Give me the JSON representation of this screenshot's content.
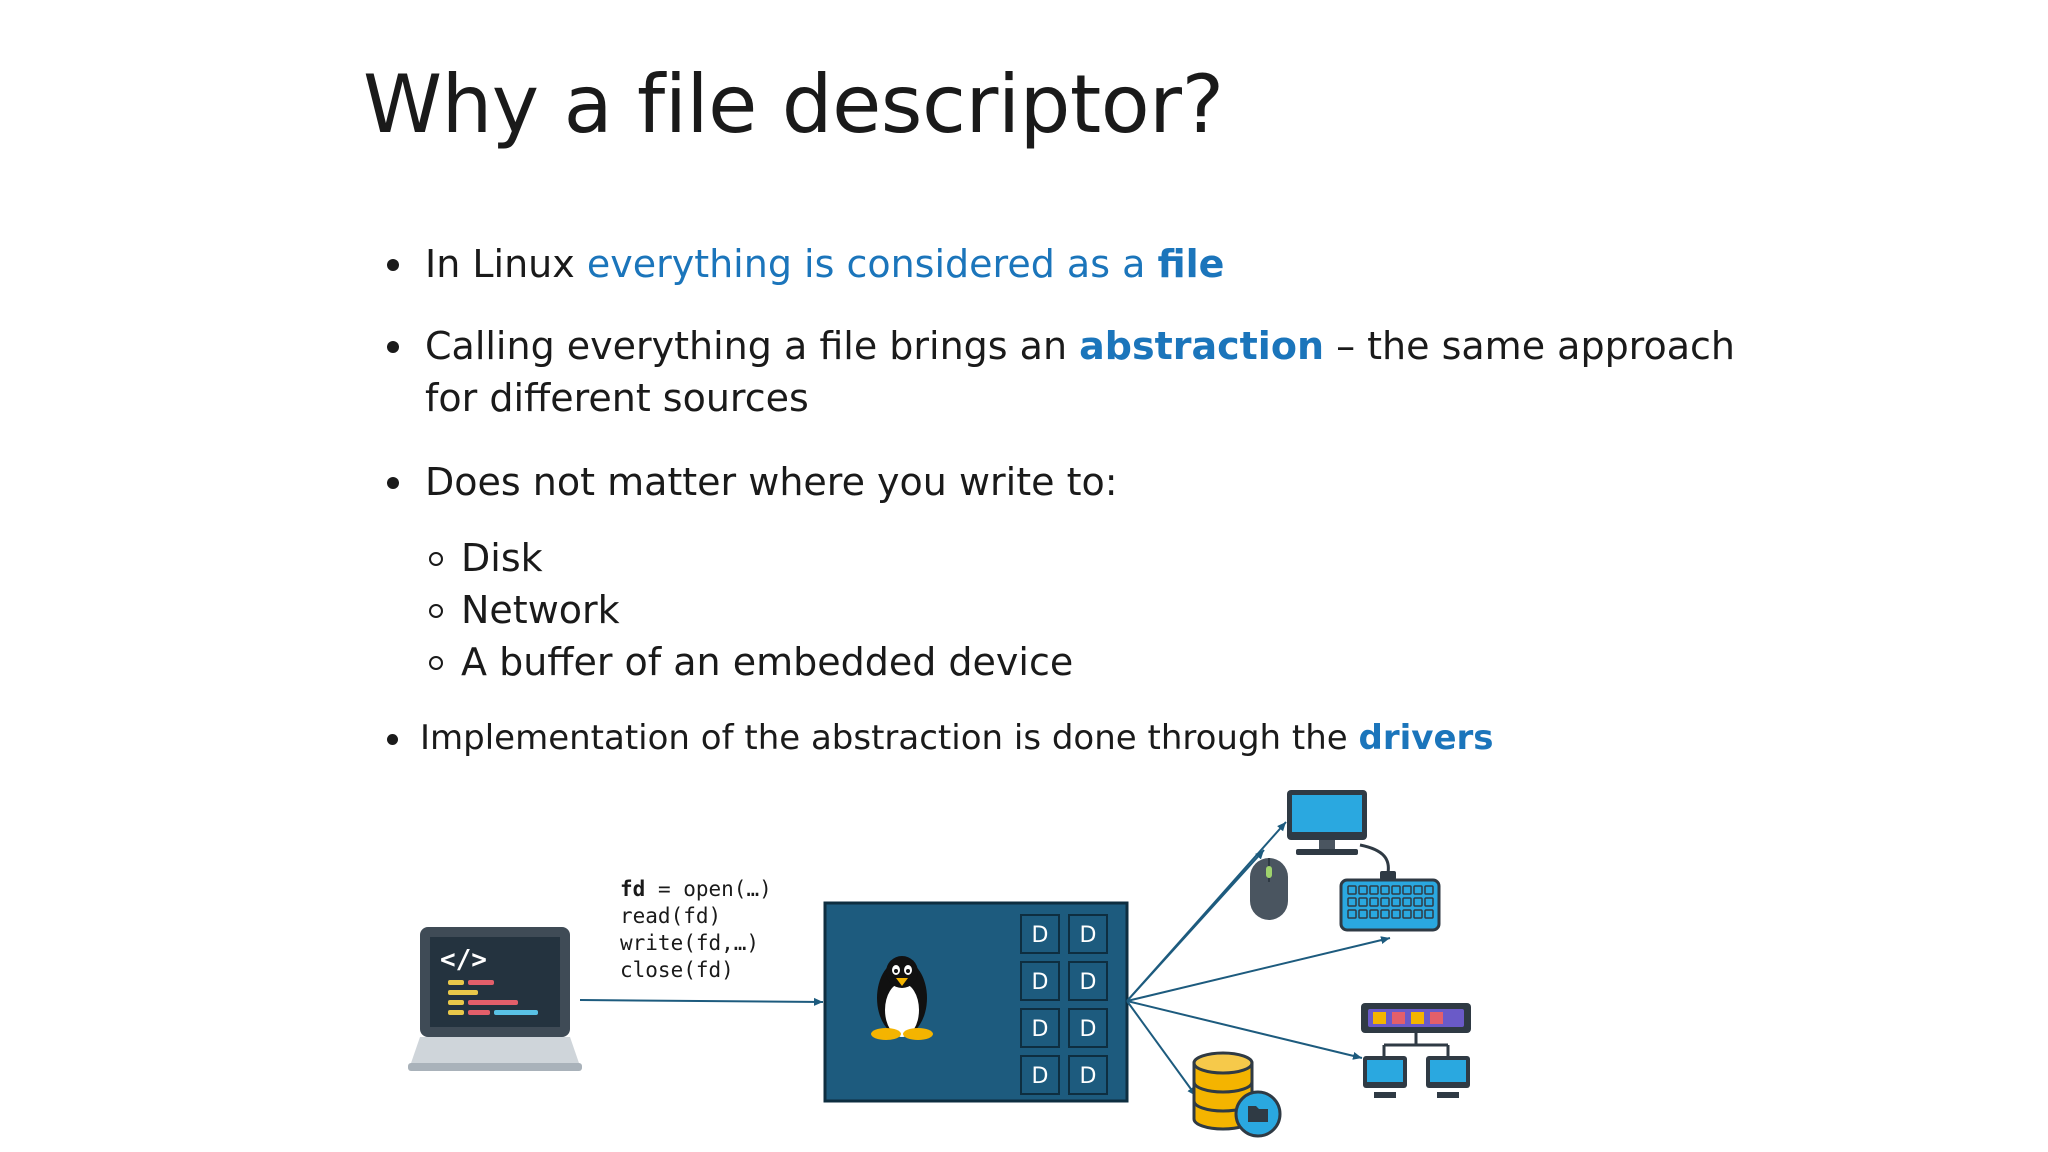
{
  "slide": {
    "title": "Why a file descriptor?",
    "bullets": {
      "b1": {
        "pre": "In Linux ",
        "hl": "everything is considered as a ",
        "hlb": "file"
      },
      "b2": {
        "pre": "Calling everything a file brings an ",
        "hlb": "abstraction",
        "post": " – the same approach for different sources"
      },
      "b3": {
        "text": "Does not matter where you write to:",
        "subs": [
          "Disk",
          "Network",
          "A buffer of an embedded device"
        ]
      },
      "b4": {
        "pre": "Implementation of the abstraction is done through the ",
        "hlb": "drivers"
      }
    }
  },
  "diagram": {
    "code_lines": [
      {
        "kw": "fd",
        "rest": " = open(…)"
      },
      {
        "kw": "",
        "rest": "read(fd)"
      },
      {
        "kw": "",
        "rest": "write(fd,…)"
      },
      {
        "kw": "",
        "rest": "close(fd)"
      }
    ],
    "driver_label": "D",
    "icons": [
      "laptop-code-icon",
      "linux-penguin-icon",
      "monitor-icon",
      "mouse-icon",
      "keyboard-icon",
      "network-switch-icon",
      "database-folder-icon"
    ],
    "colors": {
      "kernel_box": "#1d5b7e",
      "accent": "#1b75bb",
      "arrow": "#1d5b7e"
    }
  }
}
